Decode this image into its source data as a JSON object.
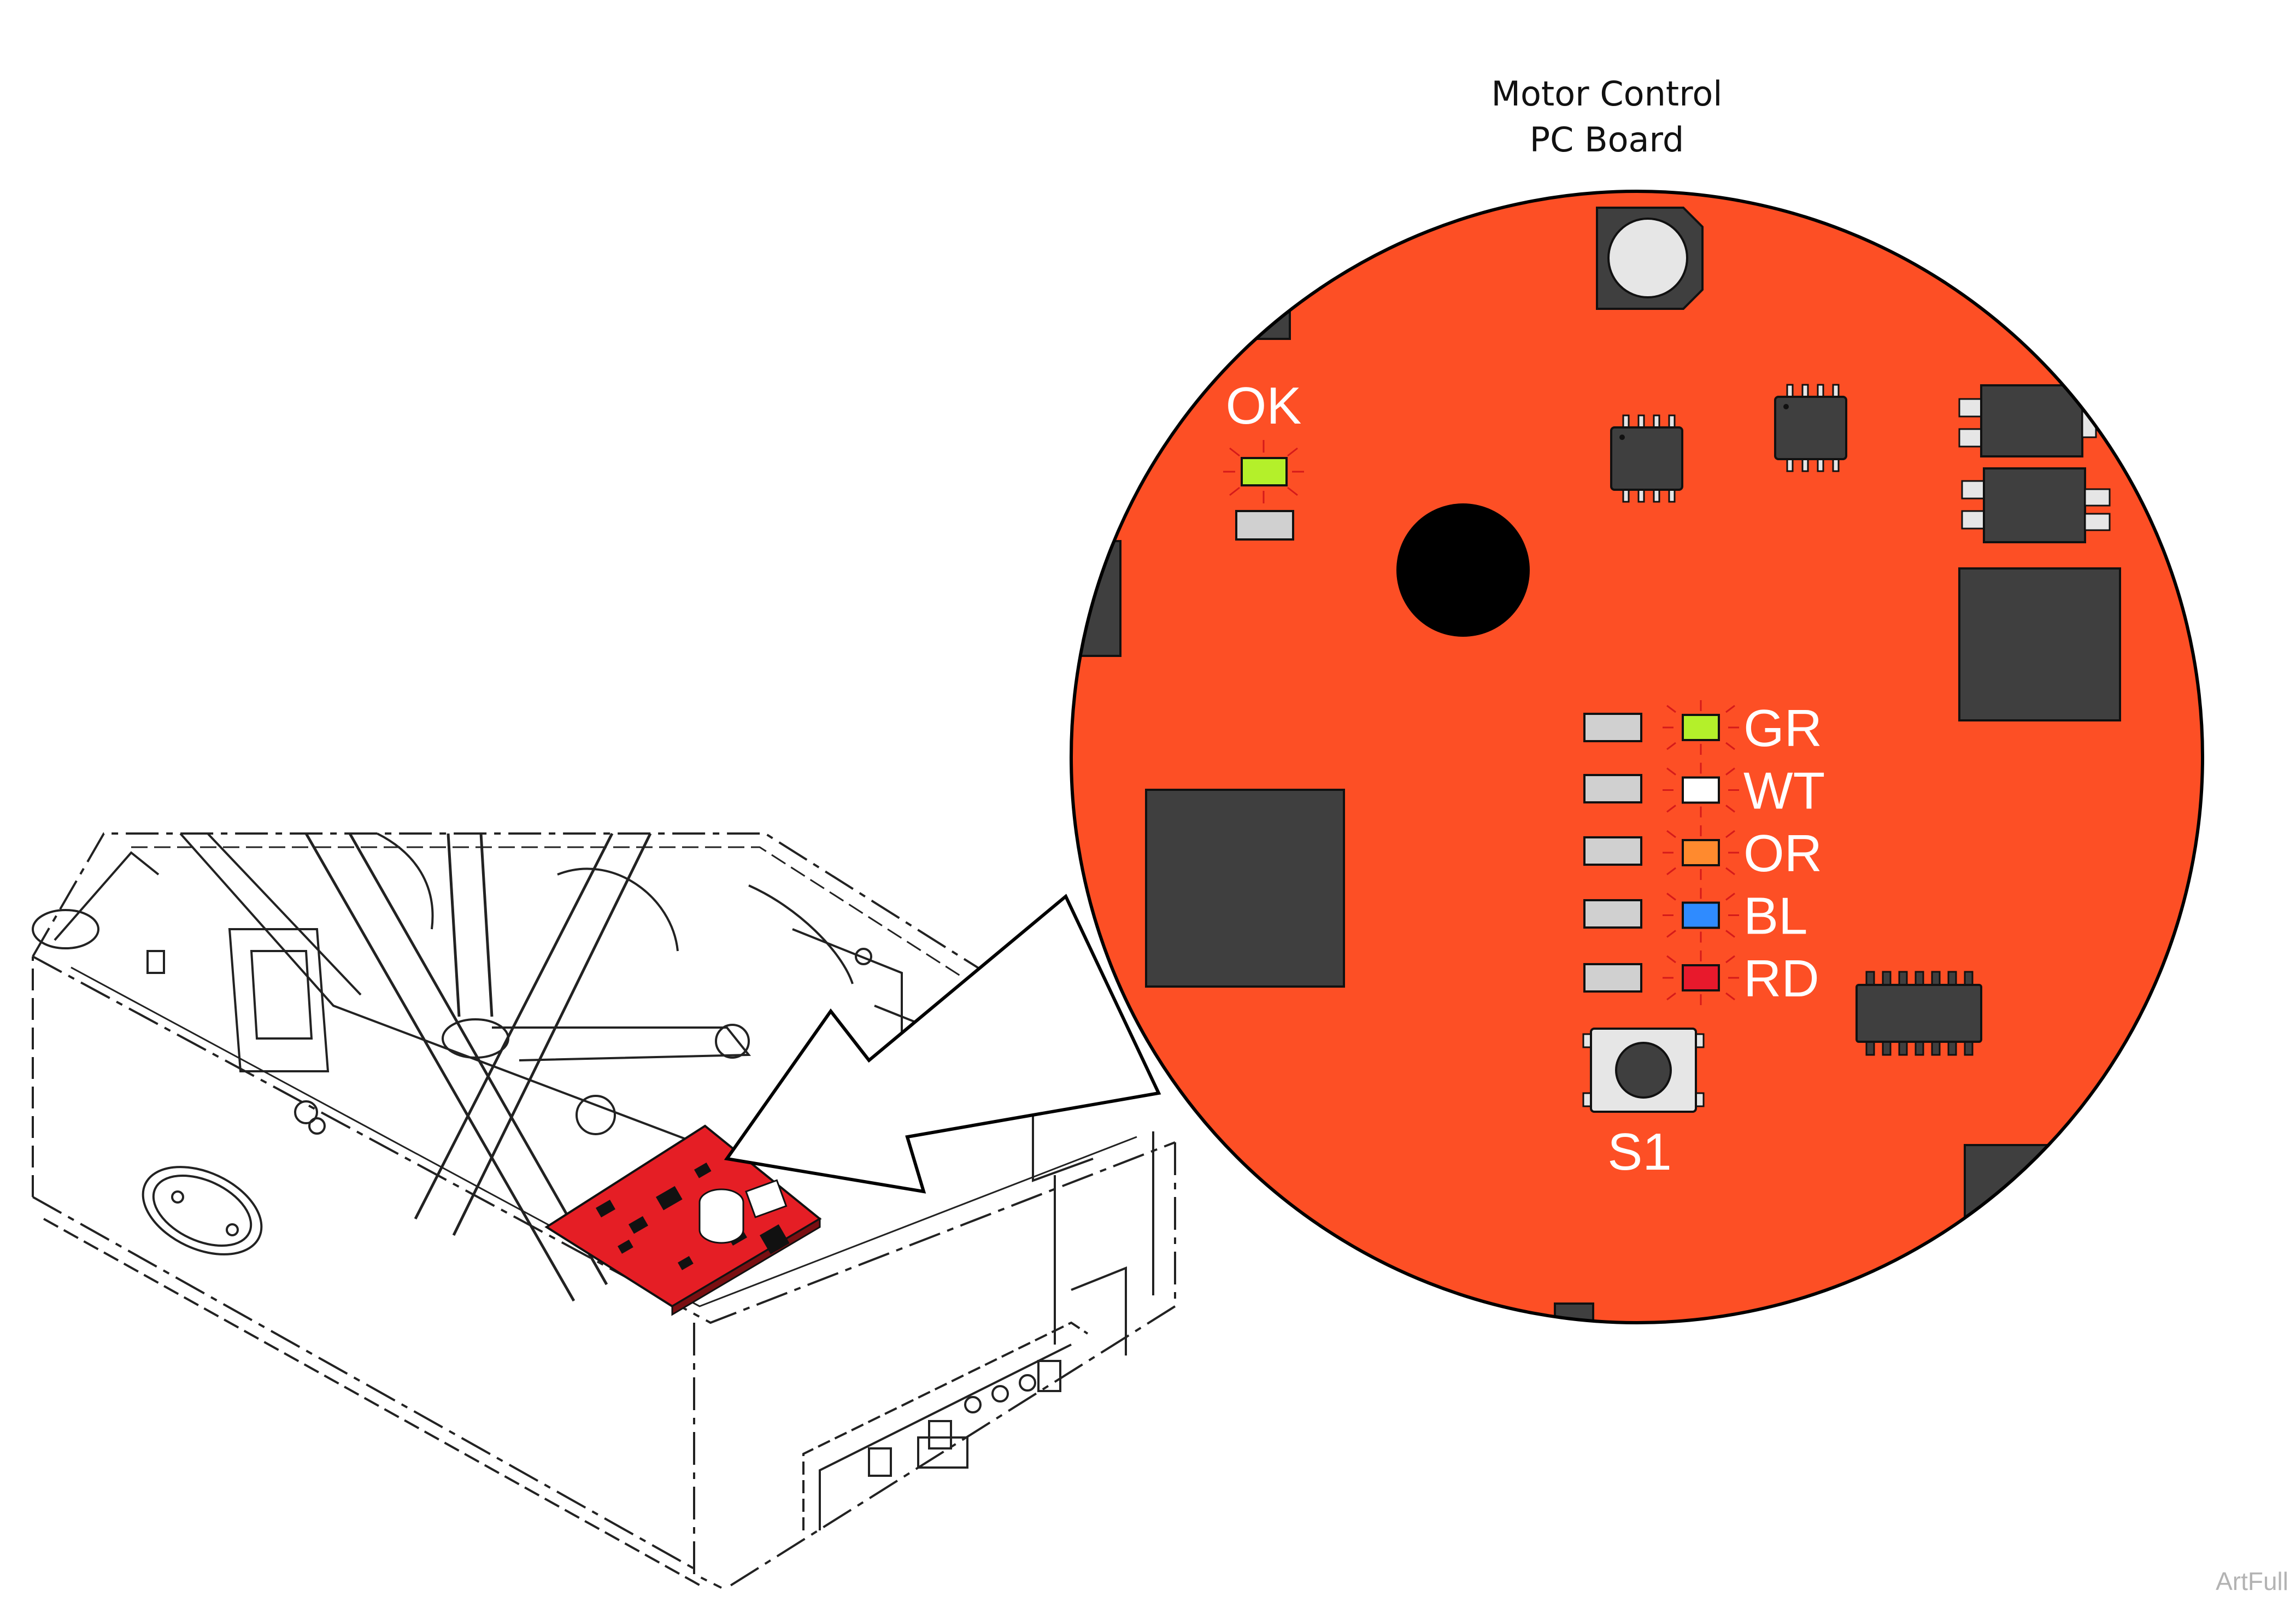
{
  "callout": {
    "title_line1": "Motor Control",
    "title_line2": "PC Board"
  },
  "board": {
    "color": "#FD4F25",
    "ok_label": "OK",
    "ok_led_color": "#B4F02A",
    "switch_label": "S1",
    "leds": [
      {
        "label": "GR",
        "color": "#B4F02A"
      },
      {
        "label": "WT",
        "color": "#FFFFFF"
      },
      {
        "label": "OR",
        "color": "#FF8A2E"
      },
      {
        "label": "BL",
        "color": "#2F8BFF"
      },
      {
        "label": "RD",
        "color": "#E8192C"
      }
    ]
  },
  "watermark": "ArtFull"
}
